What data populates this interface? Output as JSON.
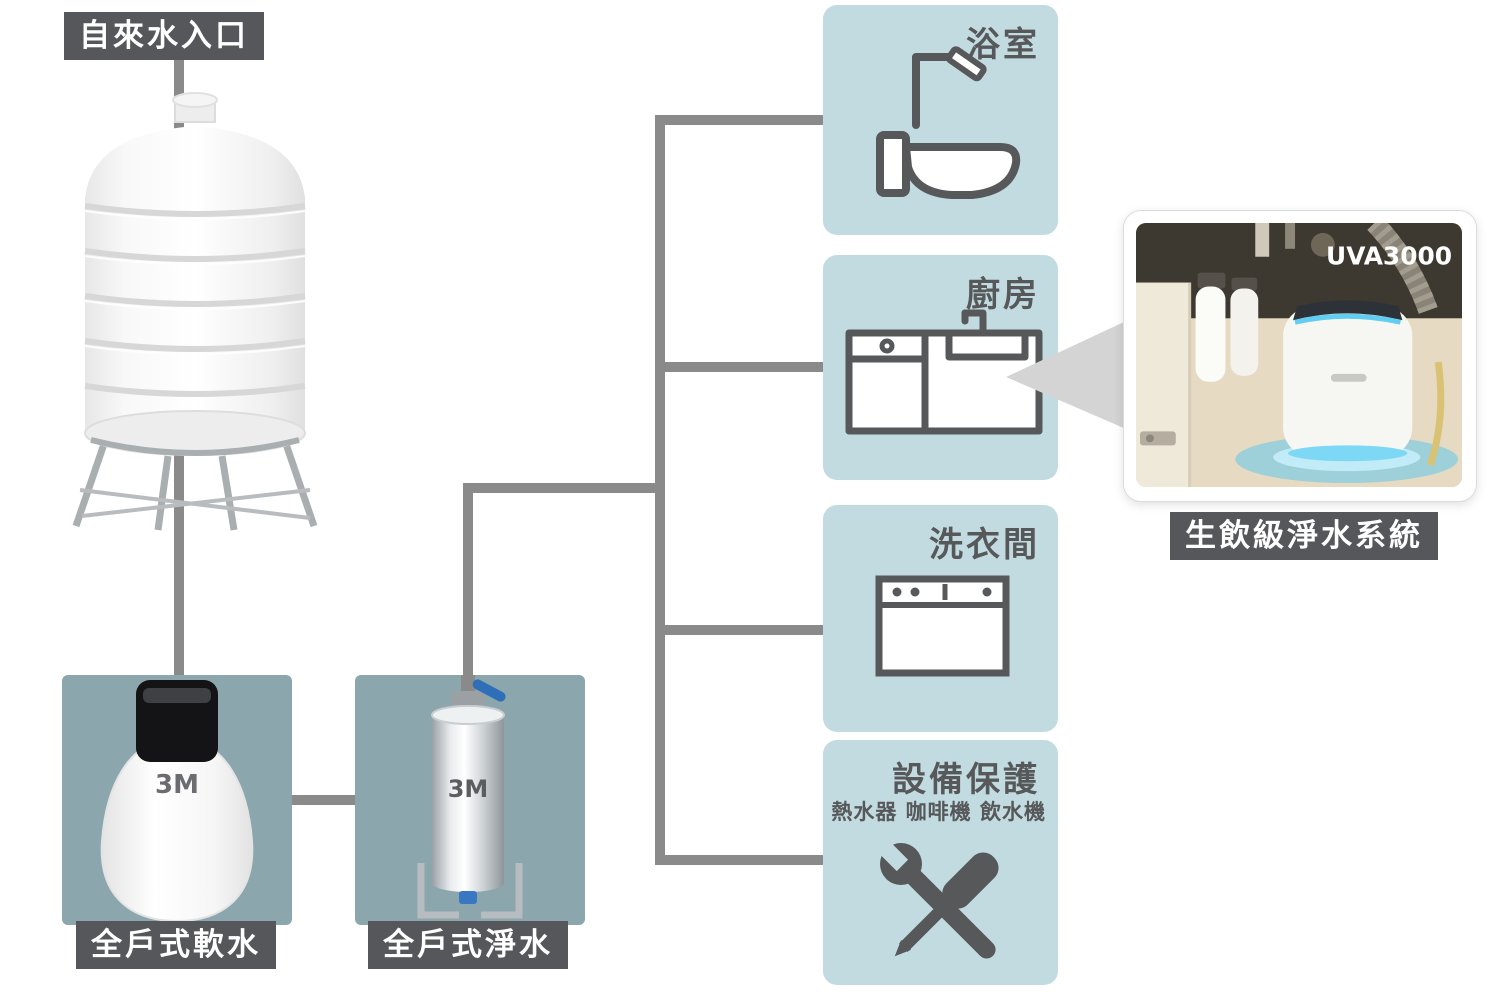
{
  "diagram": {
    "source_label": "自來水入口",
    "softener": {
      "label": "全戶式軟水",
      "brand": "3M"
    },
    "filter": {
      "label": "全戶式淨水",
      "brand": "3M"
    },
    "rooms": [
      {
        "id": "bathroom",
        "title": "浴室"
      },
      {
        "id": "kitchen",
        "title": "廚房"
      },
      {
        "id": "laundry",
        "title": "洗衣間"
      },
      {
        "id": "equipment",
        "title": "設備保護",
        "subtitle": "熱水器 咖啡機 飲水機"
      }
    ],
    "photo": {
      "model": "UVA3000",
      "caption": "生飲級淨水系統"
    }
  },
  "icons": {
    "bathroom": "toilet-shower-icon",
    "kitchen": "kitchen-sink-icon",
    "laundry": "washing-machine-icon",
    "equipment": "wrench-screwdriver-icon"
  },
  "colors": {
    "label_bg": "#56575a",
    "room_box_bg": "#c1dbe1",
    "device_panel_bg": "#8ca6ae",
    "pipe_gray": "#8a8a8a",
    "title_text": "#57585a",
    "uv_glow_blue": "#54c6ee",
    "valve_blue": "#2f6fb8"
  }
}
